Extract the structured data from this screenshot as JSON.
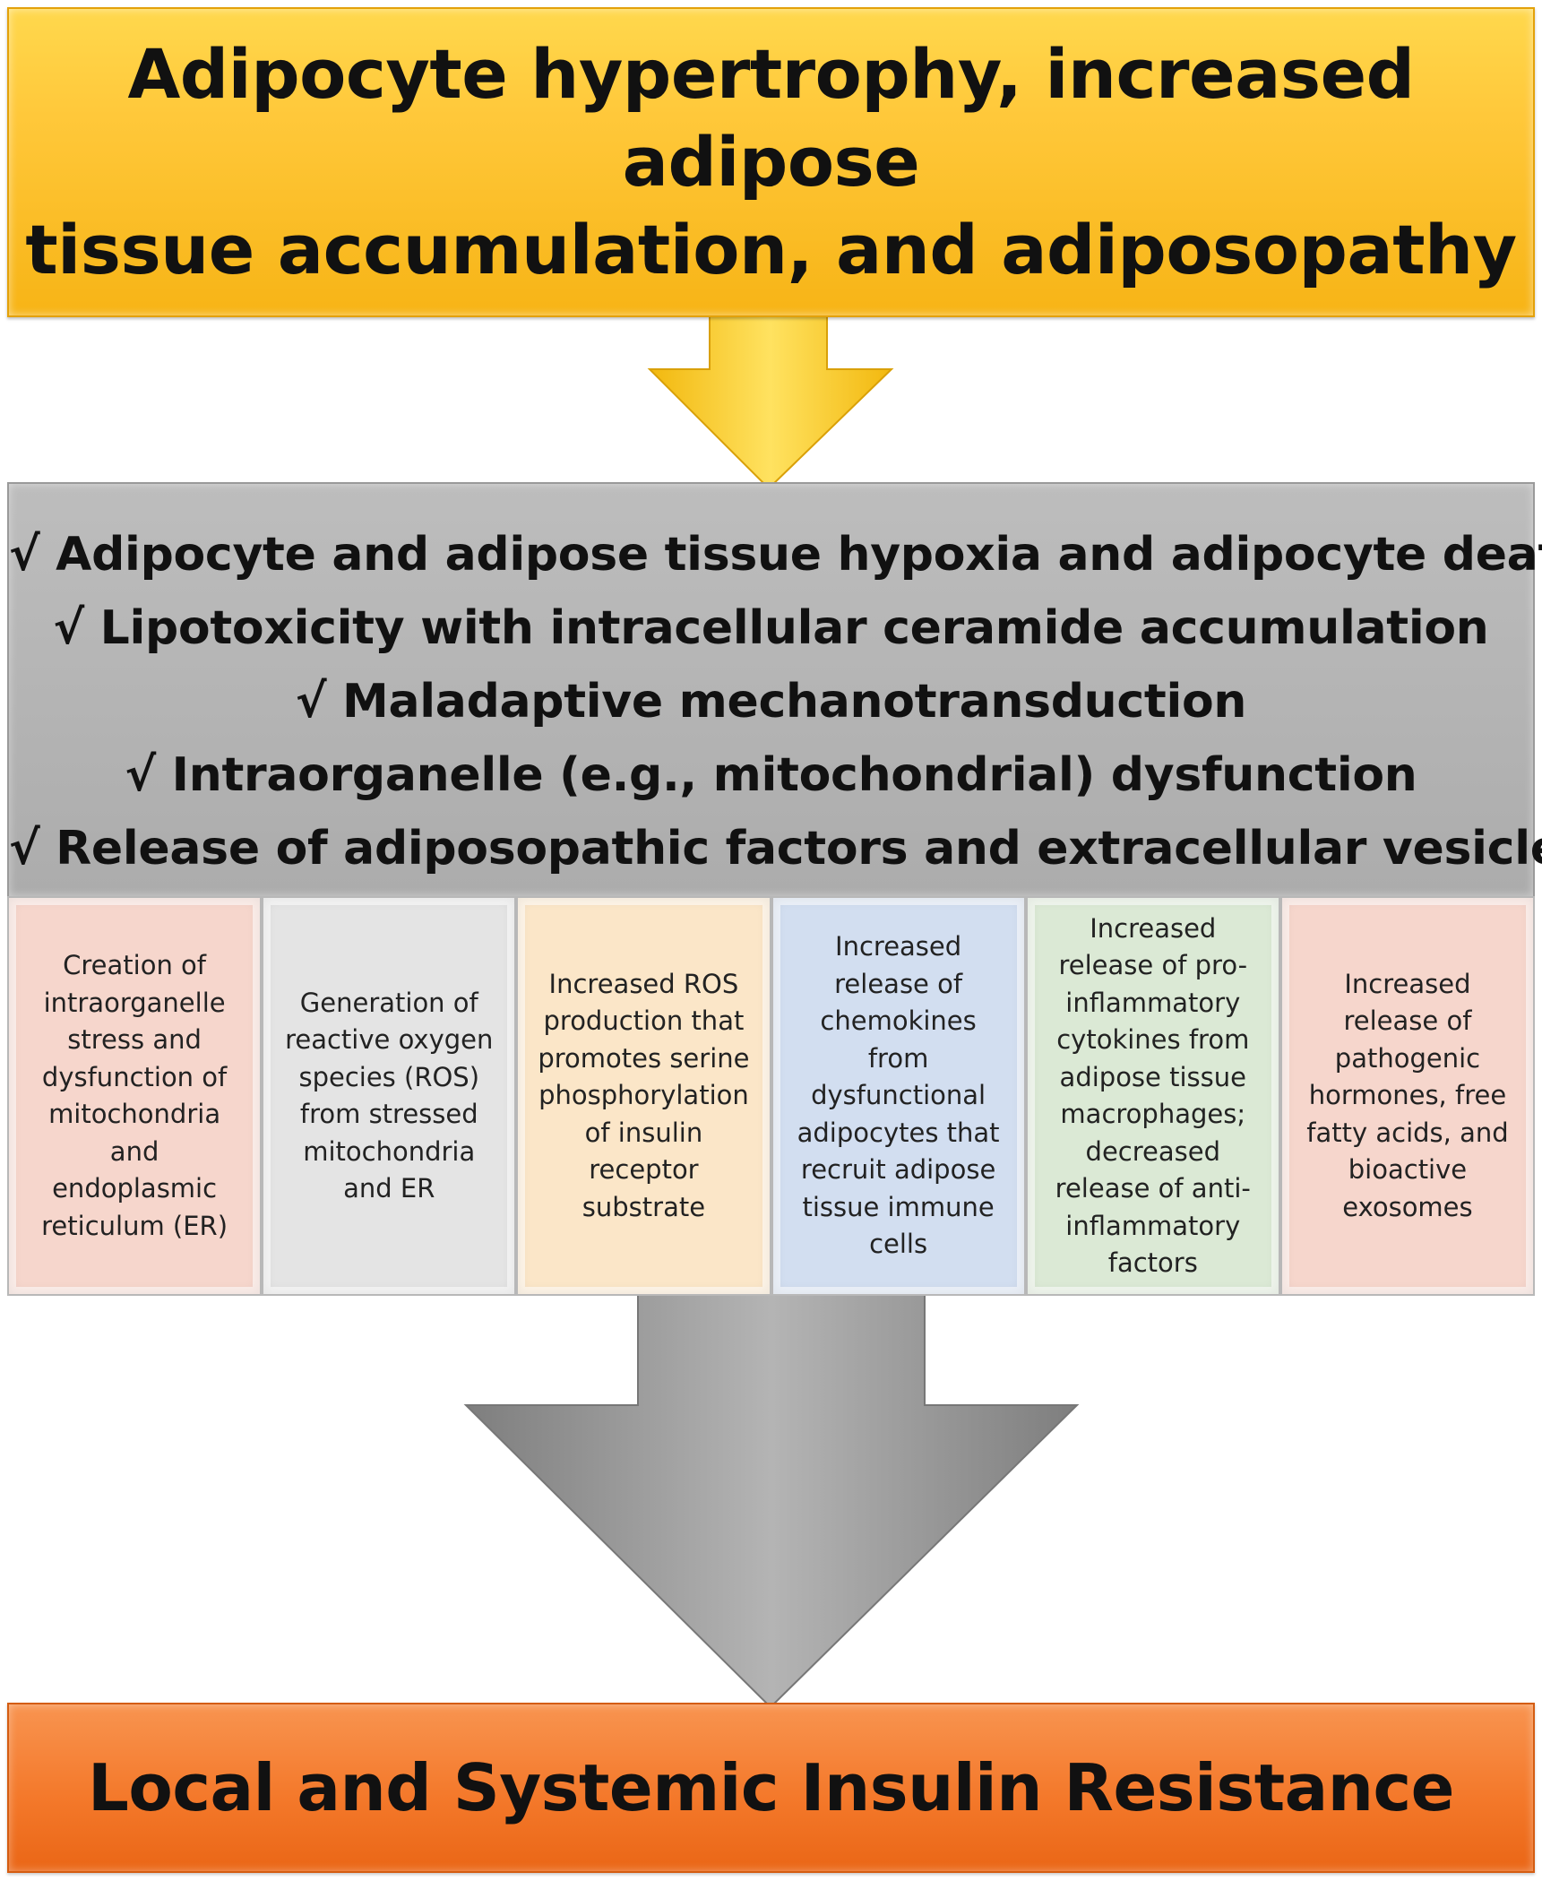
{
  "top_box": {
    "lines": [
      "Adipocyte hypertrophy, increased adipose",
      "tissue accumulation, and adiposopathy"
    ]
  },
  "mechanisms": [
    "√ Adipocyte and adipose tissue hypoxia and adipocyte death",
    "√ Lipotoxicity with intracellular ceramide accumulation",
    "√ Maladaptive mechanotransduction",
    "√ Intraorganelle (e.g., mitochondrial) dysfunction",
    "√ Release of adiposopathic factors and extracellular vesicles"
  ],
  "cards": [
    {
      "text": "Creation of intraorganelle stress and dysfunction of mitochondria and endoplasmic reticulum (ER)",
      "color": "#f6d6cc"
    },
    {
      "text": "Generation of reactive oxygen species (ROS) from stressed mitochondria and ER",
      "color": "#e4e4e4"
    },
    {
      "text": "Increased ROS production that promotes serine phosphorylation of insulin receptor substrate",
      "color": "#fbe6c8"
    },
    {
      "text": "Increased release of chemokines from dysfunctional adipocytes that recruit adipose tissue immune cells",
      "color": "#d2def0"
    },
    {
      "text": "Increased release of pro-inflammatory cytokines from adipose tissue macrophages; decreased release of anti-inflammatory factors",
      "color": "#dbe9d5"
    },
    {
      "text": "Increased release of pathogenic hormones, free fatty acids, and bioactive exosomes",
      "color": "#f6d6cc"
    }
  ],
  "bottom_box": {
    "title": "Local and Systemic Insulin Resistance"
  },
  "colors": {
    "top_box": "#fbc02d",
    "grey_box": "#b2b2b2",
    "bottom_box": "#f47a2a",
    "yellow_arrow": "#f6c51a",
    "grey_arrow": "#8c8c8c"
  }
}
